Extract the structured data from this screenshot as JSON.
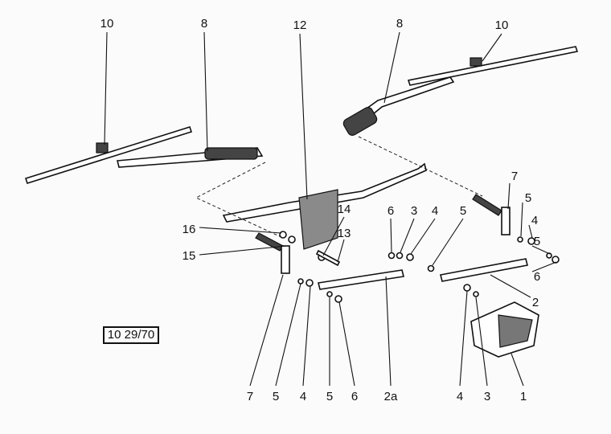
{
  "labels": [
    "10",
    "8",
    "12",
    "8",
    "10",
    "7",
    "5",
    "4",
    "5",
    "6",
    "2",
    "16",
    "14",
    "13",
    "15",
    "6",
    "3",
    "4",
    "5",
    "7",
    "5",
    "4",
    "5",
    "6",
    "2a",
    "4",
    "3",
    "1"
  ],
  "reference_code": "10 29/70"
}
